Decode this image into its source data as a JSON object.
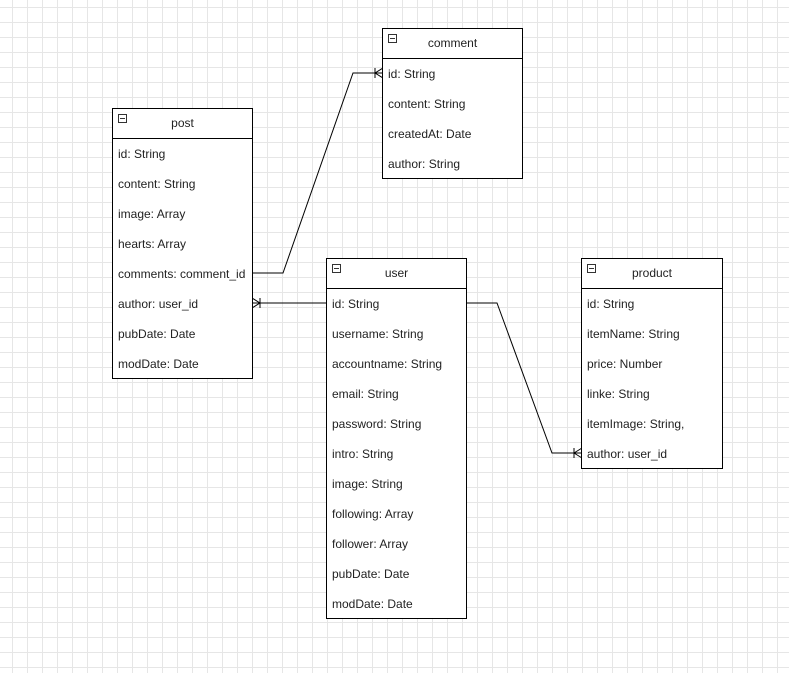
{
  "entities": {
    "comment": {
      "title": "comment",
      "fields": [
        "id: String",
        "content: String",
        "createdAt: Date",
        "author: String"
      ]
    },
    "post": {
      "title": "post",
      "fields": [
        "id: String",
        "content: String",
        "image: Array",
        "hearts: Array",
        "comments: comment_id",
        "author: user_id",
        "pubDate: Date",
        "modDate: Date"
      ]
    },
    "user": {
      "title": "user",
      "fields": [
        "id: String",
        "username: String",
        "accountname: String",
        "email: String",
        "password: String",
        "intro: String",
        "image: String",
        "following: Array",
        "follower: Array",
        "pubDate: Date",
        "modDate: Date"
      ]
    },
    "product": {
      "title": "product",
      "fields": [
        "id: String",
        "itemName: String",
        "price: Number",
        "linke: String",
        "itemImage: String,",
        "author: user_id"
      ]
    }
  },
  "relationships": [
    {
      "from": "post.comments: comment_id",
      "to": "comment.id",
      "end_marker": "one-or-many"
    },
    {
      "from": "user.id",
      "to": "post.author: user_id",
      "end_marker": "one-or-many"
    },
    {
      "from": "user.id",
      "to": "product.author: user_id",
      "end_marker": "one-or-many"
    }
  ]
}
